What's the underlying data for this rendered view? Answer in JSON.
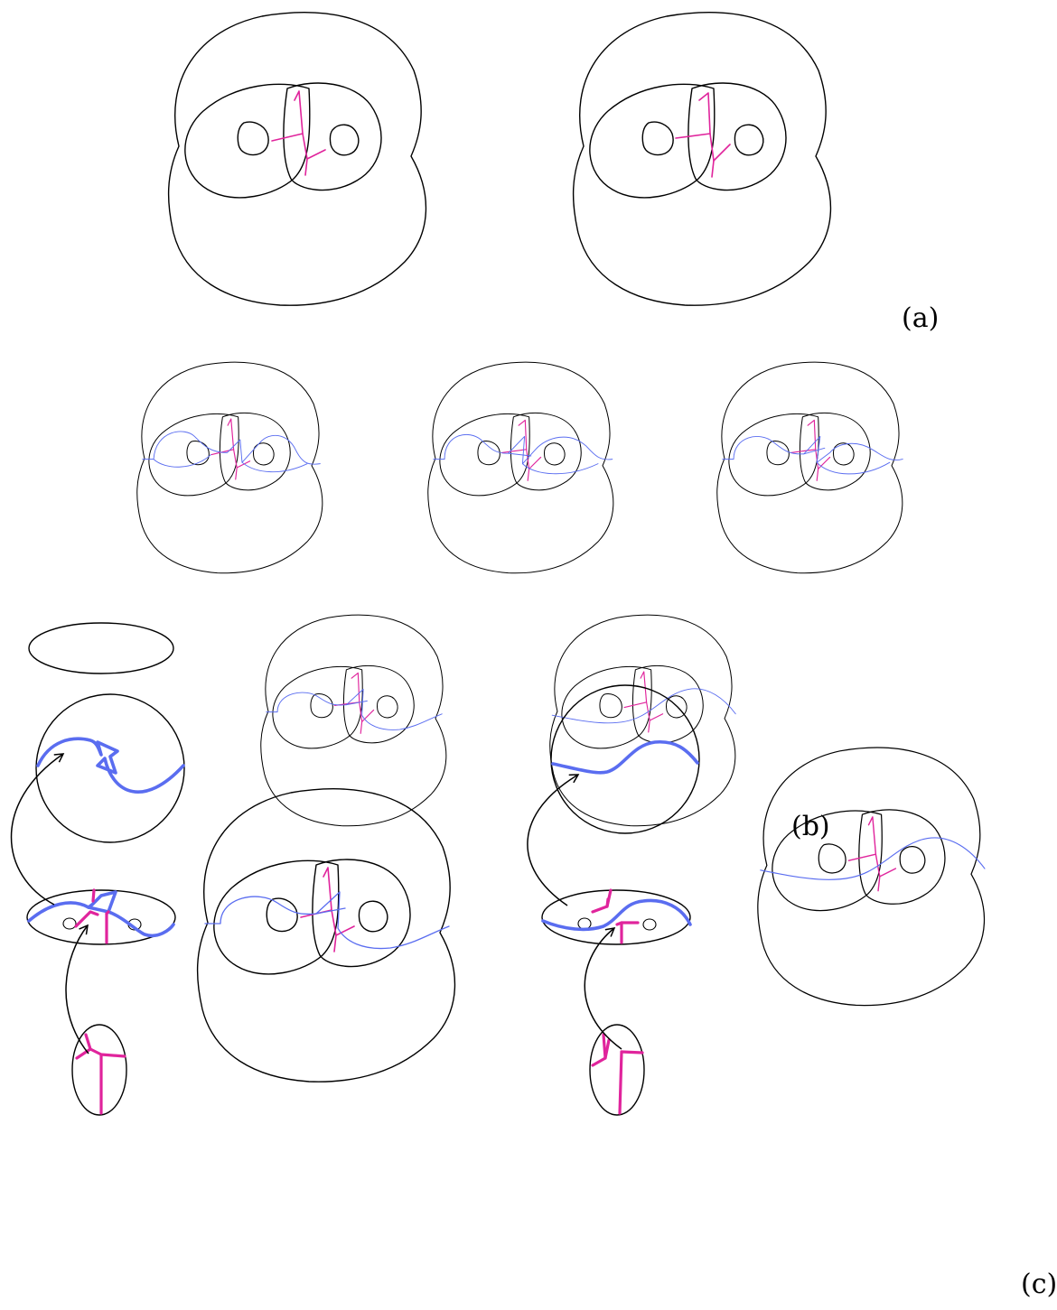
{
  "figure": {
    "labels": {
      "a": "(a)",
      "b": "(b)",
      "c": "(c)"
    },
    "colors": {
      "curve": "#000000",
      "magenta": "#e0249c",
      "blue": "#5a6df0"
    },
    "icon_names": {
      "arrow": "curved-arrow-icon"
    }
  }
}
